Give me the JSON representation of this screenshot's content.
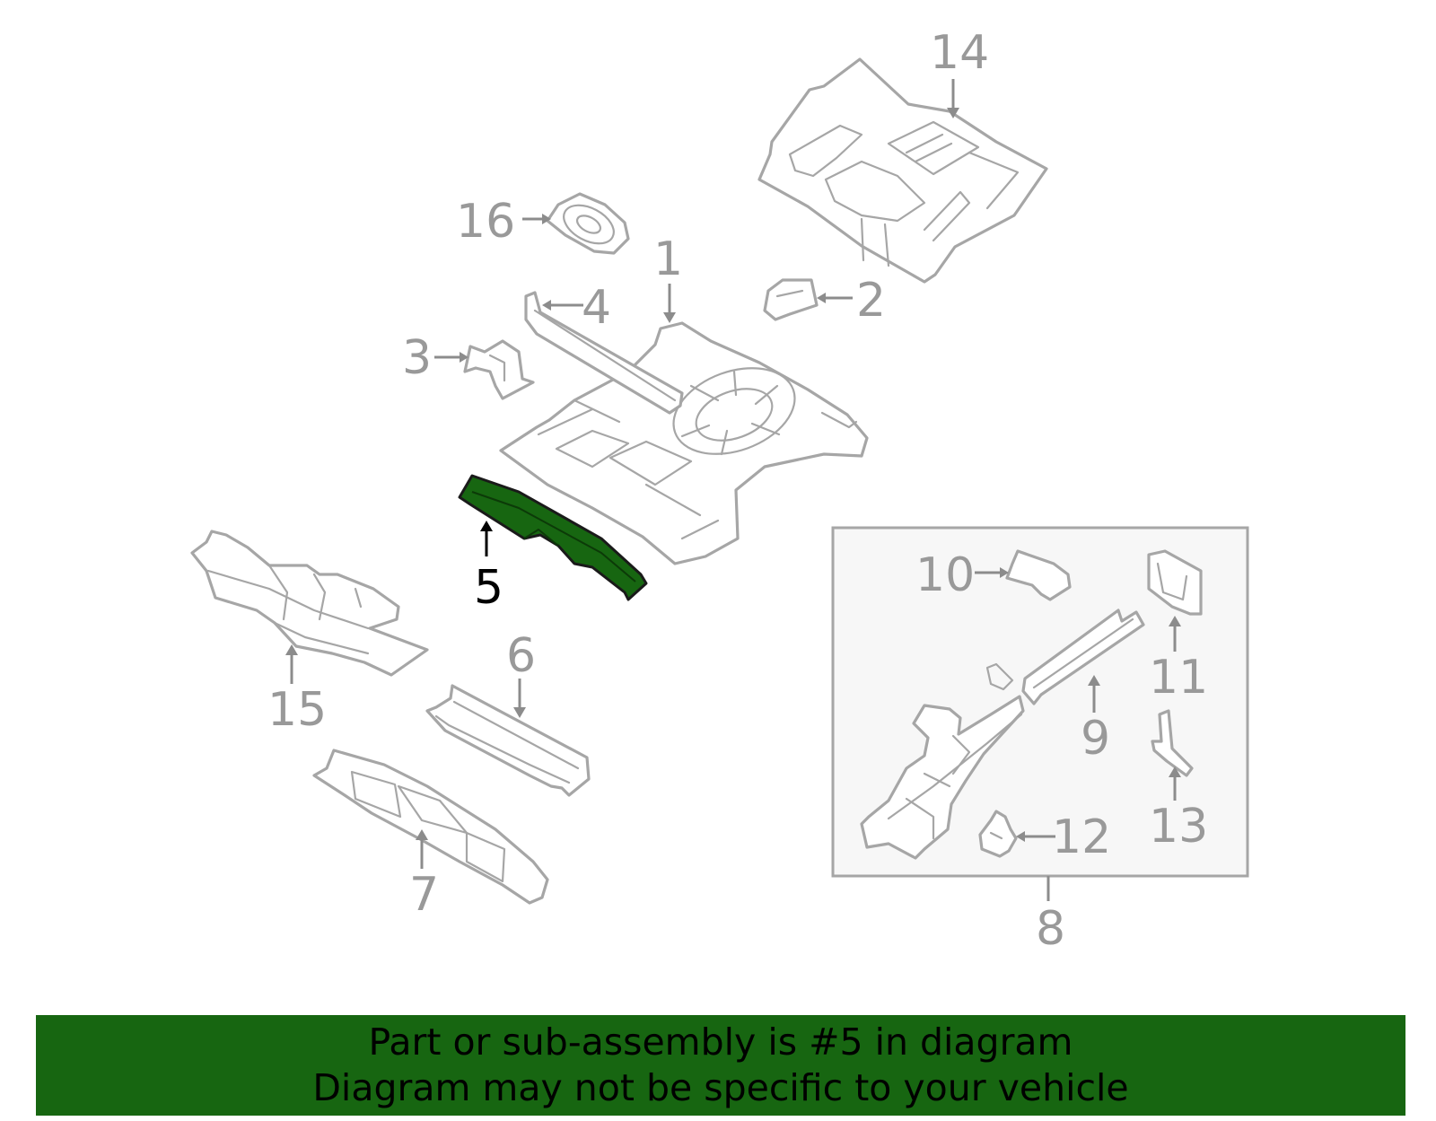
{
  "callouts": {
    "c1": "1",
    "c2": "2",
    "c3": "3",
    "c4": "4",
    "c5": "5",
    "c6": "6",
    "c7": "7",
    "c8": "8",
    "c9": "9",
    "c10": "10",
    "c11": "11",
    "c12": "12",
    "c13": "13",
    "c14": "14",
    "c15": "15",
    "c16": "16"
  },
  "highlighted_part": "5",
  "colors": {
    "highlight": "#176611",
    "outline": "#a6a6a6",
    "callout_text": "#999999",
    "banner_background": "#176611"
  },
  "banner": {
    "line1": "Part or sub-assembly is #5 in diagram",
    "line2": "Diagram may not be specific to your vehicle"
  }
}
